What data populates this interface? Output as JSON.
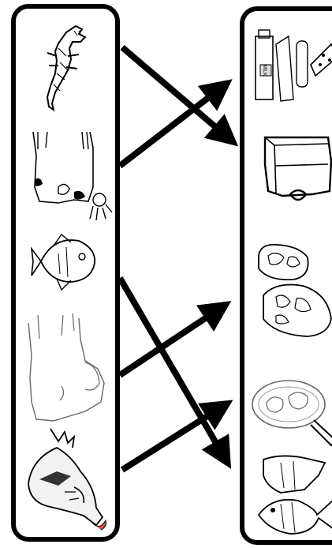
{
  "left_column": {
    "items": [
      {
        "id": "crocodile",
        "icon": "crocodile-icon"
      },
      {
        "id": "cow",
        "icon": "cow-icon"
      },
      {
        "id": "fish",
        "icon": "fish-icon"
      },
      {
        "id": "elephant",
        "icon": "elephant-icon"
      },
      {
        "id": "hen",
        "icon": "hen-icon"
      }
    ]
  },
  "right_column": {
    "items": [
      {
        "id": "milk-products",
        "icon": "milk-cheese-icon",
        "label": "MILK"
      },
      {
        "id": "handbag",
        "icon": "handbag-icon"
      },
      {
        "id": "meat",
        "icon": "meat-icon"
      },
      {
        "id": "fried-egg",
        "icon": "fried-egg-pan-icon"
      },
      {
        "id": "fish-food",
        "icon": "fish-food-icon"
      }
    ]
  },
  "matches": [
    {
      "from": "crocodile",
      "to": "handbag"
    },
    {
      "from": "cow",
      "to": "milk-products"
    },
    {
      "from": "fish",
      "to": "fish-food"
    },
    {
      "from": "elephant",
      "to": "meat"
    },
    {
      "from": "hen",
      "to": "fried-egg"
    }
  ],
  "colors": {
    "line": "#000000",
    "background": "#ffffff",
    "comb": "#d9534f"
  }
}
